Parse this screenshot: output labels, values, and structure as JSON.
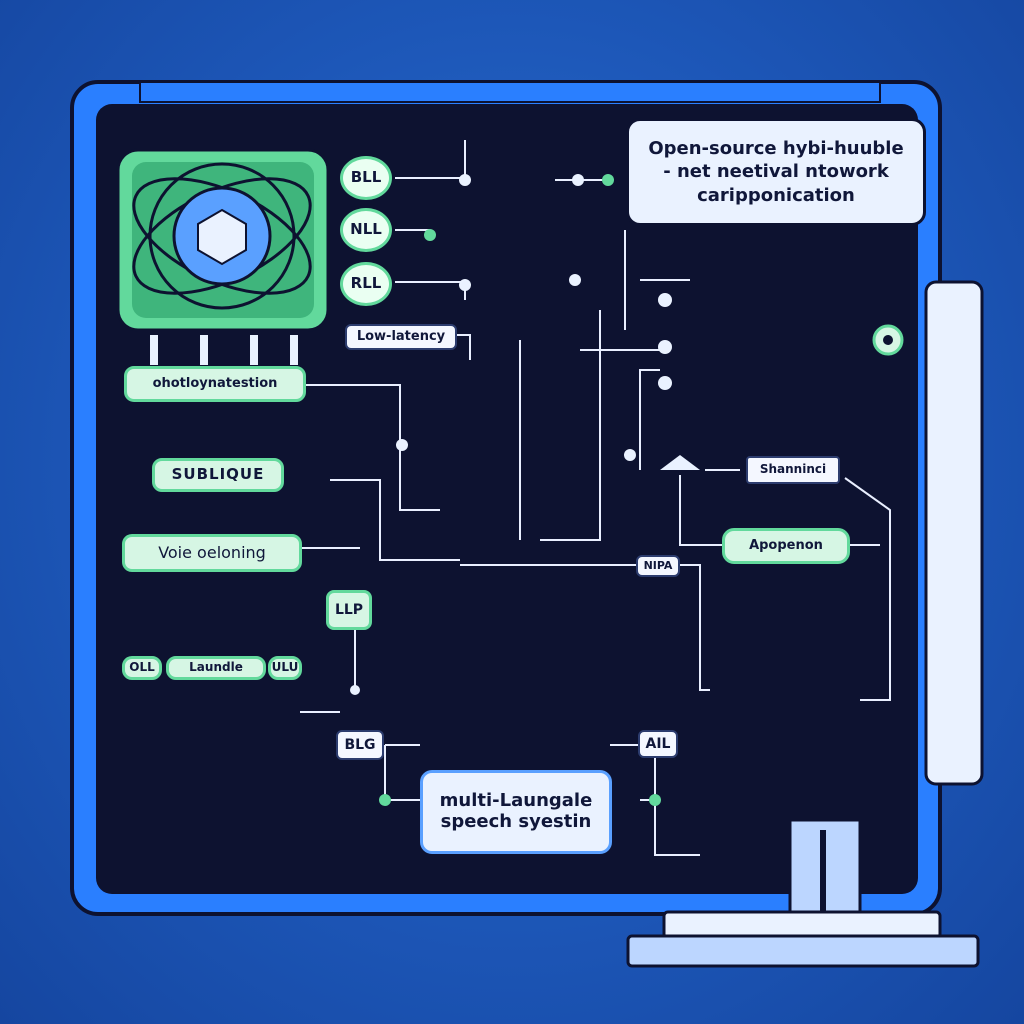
{
  "callout": {
    "line1": "Open-source hybi-huuble",
    "line2": "- net neetival ntowork",
    "line3": "caripponication"
  },
  "labels": {
    "bll_1": "BLL",
    "nll": "NLL",
    "rll": "RLL",
    "low_latency": "Low-latency",
    "orchestration": "ohotloynatestion",
    "suplique": "SUBLIQUE",
    "voice_cloning": "Voie oeloning",
    "langde_left": "OLL",
    "langde_mid": "Laundle",
    "langde_right": "ULU",
    "lip": "LLP",
    "blg": "BLG",
    "multilang_line1": "multi-Laungale",
    "multilang_line2": "speech syestin",
    "nipa": "NIPA",
    "ail": "AIL",
    "shanninci": "Shanninci",
    "apopenon": "Apopenon"
  },
  "colors": {
    "background": "#1d57b8",
    "frame_outer": "#2a7fff",
    "frame_inner": "#0d1230",
    "accent_green": "#62d99c",
    "accent_blue": "#5aa0ff",
    "wire": "#e9efff"
  }
}
